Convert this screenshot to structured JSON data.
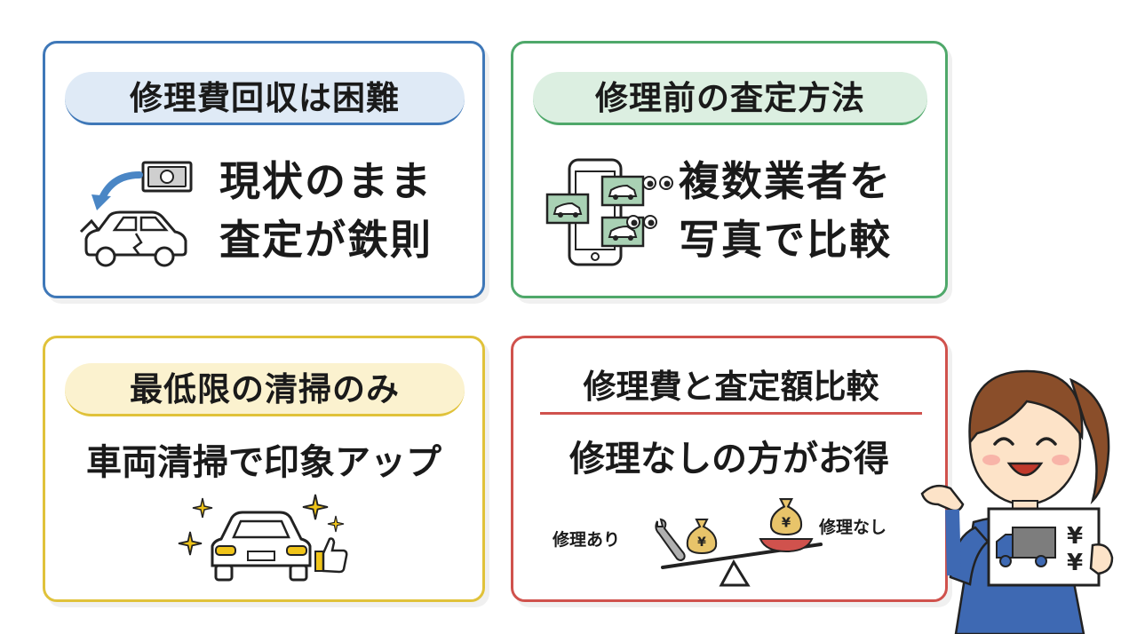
{
  "cards": {
    "repair_cost": {
      "title": "修理費回収は困難",
      "line1": "現状のまま",
      "line2": "査定が鉄則"
    },
    "appraisal_method": {
      "title": "修理前の査定方法",
      "line1": "複数業者を",
      "line2": "写真で比較"
    },
    "cleaning": {
      "title": "最低限の清掃のみ",
      "line1": "車両清掃で印象アップ"
    },
    "comparison": {
      "title": "修理費と査定額比較",
      "line1": "修理なしの方がお得",
      "with_repair": "修理あり",
      "without_repair": "修理なし",
      "yen": "¥"
    }
  },
  "colors": {
    "blue": "#3f78b8",
    "green": "#4fa86a",
    "yellow": "#e0c23a",
    "red": "#d0524d"
  },
  "icons": [
    "money-bill-icon",
    "damaged-car-icon",
    "smartphone-icon",
    "car-photo-icon",
    "eyes-icon",
    "sparkle-icon",
    "clean-car-icon",
    "thumbs-up-icon",
    "wrench-icon",
    "money-bag-icon",
    "balance-scale-icon",
    "mechanic-woman-icon",
    "truck-sign-icon"
  ]
}
